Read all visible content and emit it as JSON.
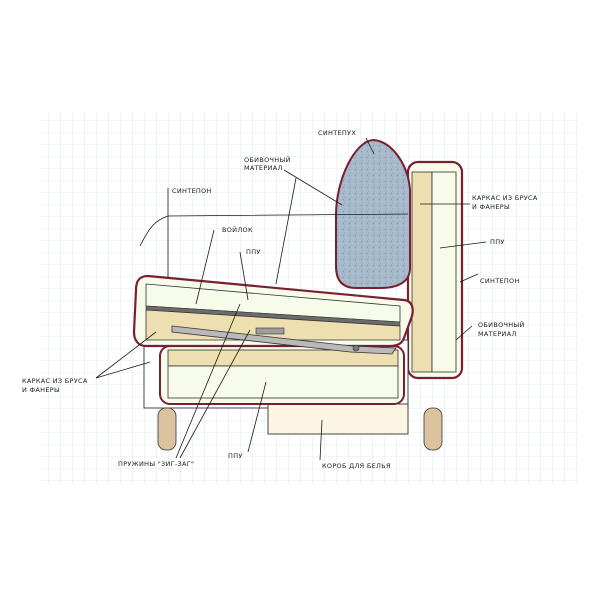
{
  "labels": {
    "sintepukh": "СИНТЕПУХ",
    "obivochny_top_1": "ОБИВОЧНЫЙ",
    "obivochny_top_2": "МАТЕРИАЛ",
    "sintepon_left": "СИНТЕПОН",
    "karkas_right_1": "КАРКАС ИЗ БРУСА",
    "karkas_right_2": "И ФАНЕРЫ",
    "voylok": "ВОЙЛОК",
    "ppu_top": "ППУ",
    "ppu_right": "ППУ",
    "sintepon_right": "СИНТЕПОН",
    "obivochny_right_1": "ОБИВОЧНЫЙ",
    "obivochny_right_2": "МАТЕРИАЛ",
    "karkas_left_1": "КАРКАС ИЗ БРУСА",
    "karkas_left_2": "И ФАНЕРЫ",
    "pruzhiny": "ПРУЖИНЫ \"ЗИГ-ЗАГ\"",
    "ppu_bottom": "ППУ",
    "korob": "КОРОБ ДЛЯ БЕЛЬЯ"
  },
  "colors": {
    "grid": "#c9dbe6",
    "upholstery": "#7a1f33",
    "wood": "#eedfb0",
    "foam": "#f7fbe9",
    "cushion": "#9fb3c6",
    "leg": "#ddc2a0",
    "line": "#1a1a1a"
  }
}
